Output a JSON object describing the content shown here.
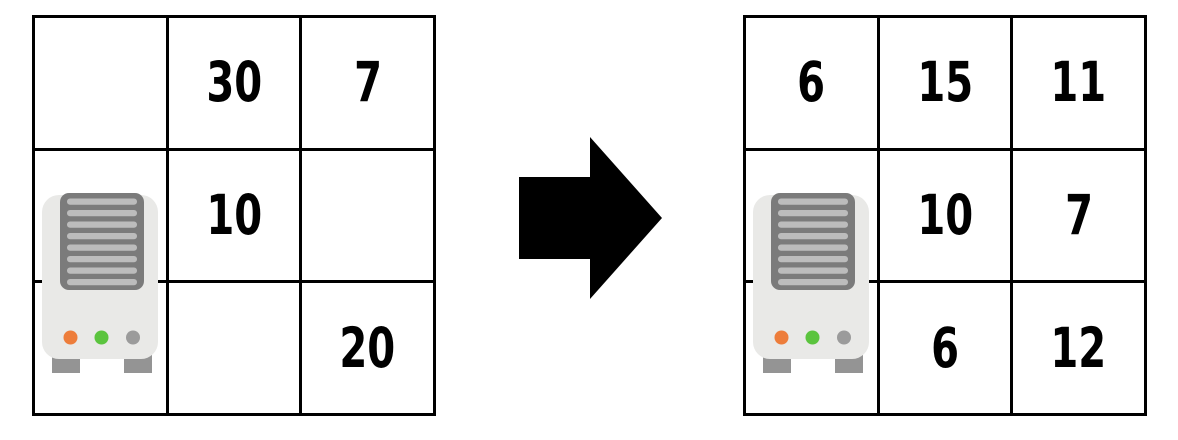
{
  "diagram": {
    "description": "before-after transformation of a 3x3 grid with a server icon",
    "arrow": {
      "icon": "right-arrow-icon",
      "direction": "right",
      "color": "#000000"
    }
  },
  "left_grid": {
    "rows": 3,
    "cols": 3,
    "cells": [
      [
        "",
        "30",
        "7"
      ],
      [
        "",
        "10",
        ""
      ],
      [
        "",
        "",
        "20"
      ]
    ],
    "icon": {
      "name": "server-icon",
      "column": 1,
      "spans_rows": "2-3"
    }
  },
  "right_grid": {
    "rows": 3,
    "cols": 3,
    "cells": [
      [
        "6",
        "15",
        "11"
      ],
      [
        "",
        "10",
        "7"
      ],
      [
        "",
        "6",
        "12"
      ]
    ],
    "icon": {
      "name": "server-icon",
      "column": 1,
      "spans_rows": "2-3"
    }
  },
  "colors": {
    "background": "#ffffff",
    "grid_lines": "#000000",
    "number_text": "#000000",
    "arrow": "#000000",
    "server_body": "#e9e9e7",
    "server_grille_frame": "#7b7b7b",
    "server_grille_stripes": "#bcbcbc",
    "server_led_orange": "#ed7d3b",
    "server_led_green": "#5bc43e",
    "server_led_gray": "#9b9b9b",
    "server_feet": "#949494"
  }
}
